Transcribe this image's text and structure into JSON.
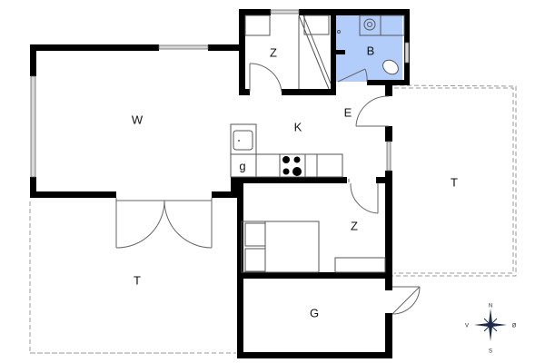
{
  "floorplan": {
    "rooms": [
      {
        "id": "living",
        "label": "W"
      },
      {
        "id": "kitchen",
        "label": "K"
      },
      {
        "id": "entrance",
        "label": "E"
      },
      {
        "id": "bathroom",
        "label": "B"
      },
      {
        "id": "bedroom-top",
        "label": "Z"
      },
      {
        "id": "bedroom-mid",
        "label": "Z"
      },
      {
        "id": "garage",
        "label": "G"
      },
      {
        "id": "terrace-left",
        "label": "T"
      },
      {
        "id": "terrace-right",
        "label": "T"
      },
      {
        "id": "kitchen-g",
        "label": "g"
      }
    ],
    "colors": {
      "wall": "#000000",
      "bathroom_fill": "#b3cdfb",
      "terrace_outline": "#999999"
    }
  },
  "compass": {
    "north": "N",
    "south": "S",
    "east": "Ø",
    "west": "V"
  }
}
